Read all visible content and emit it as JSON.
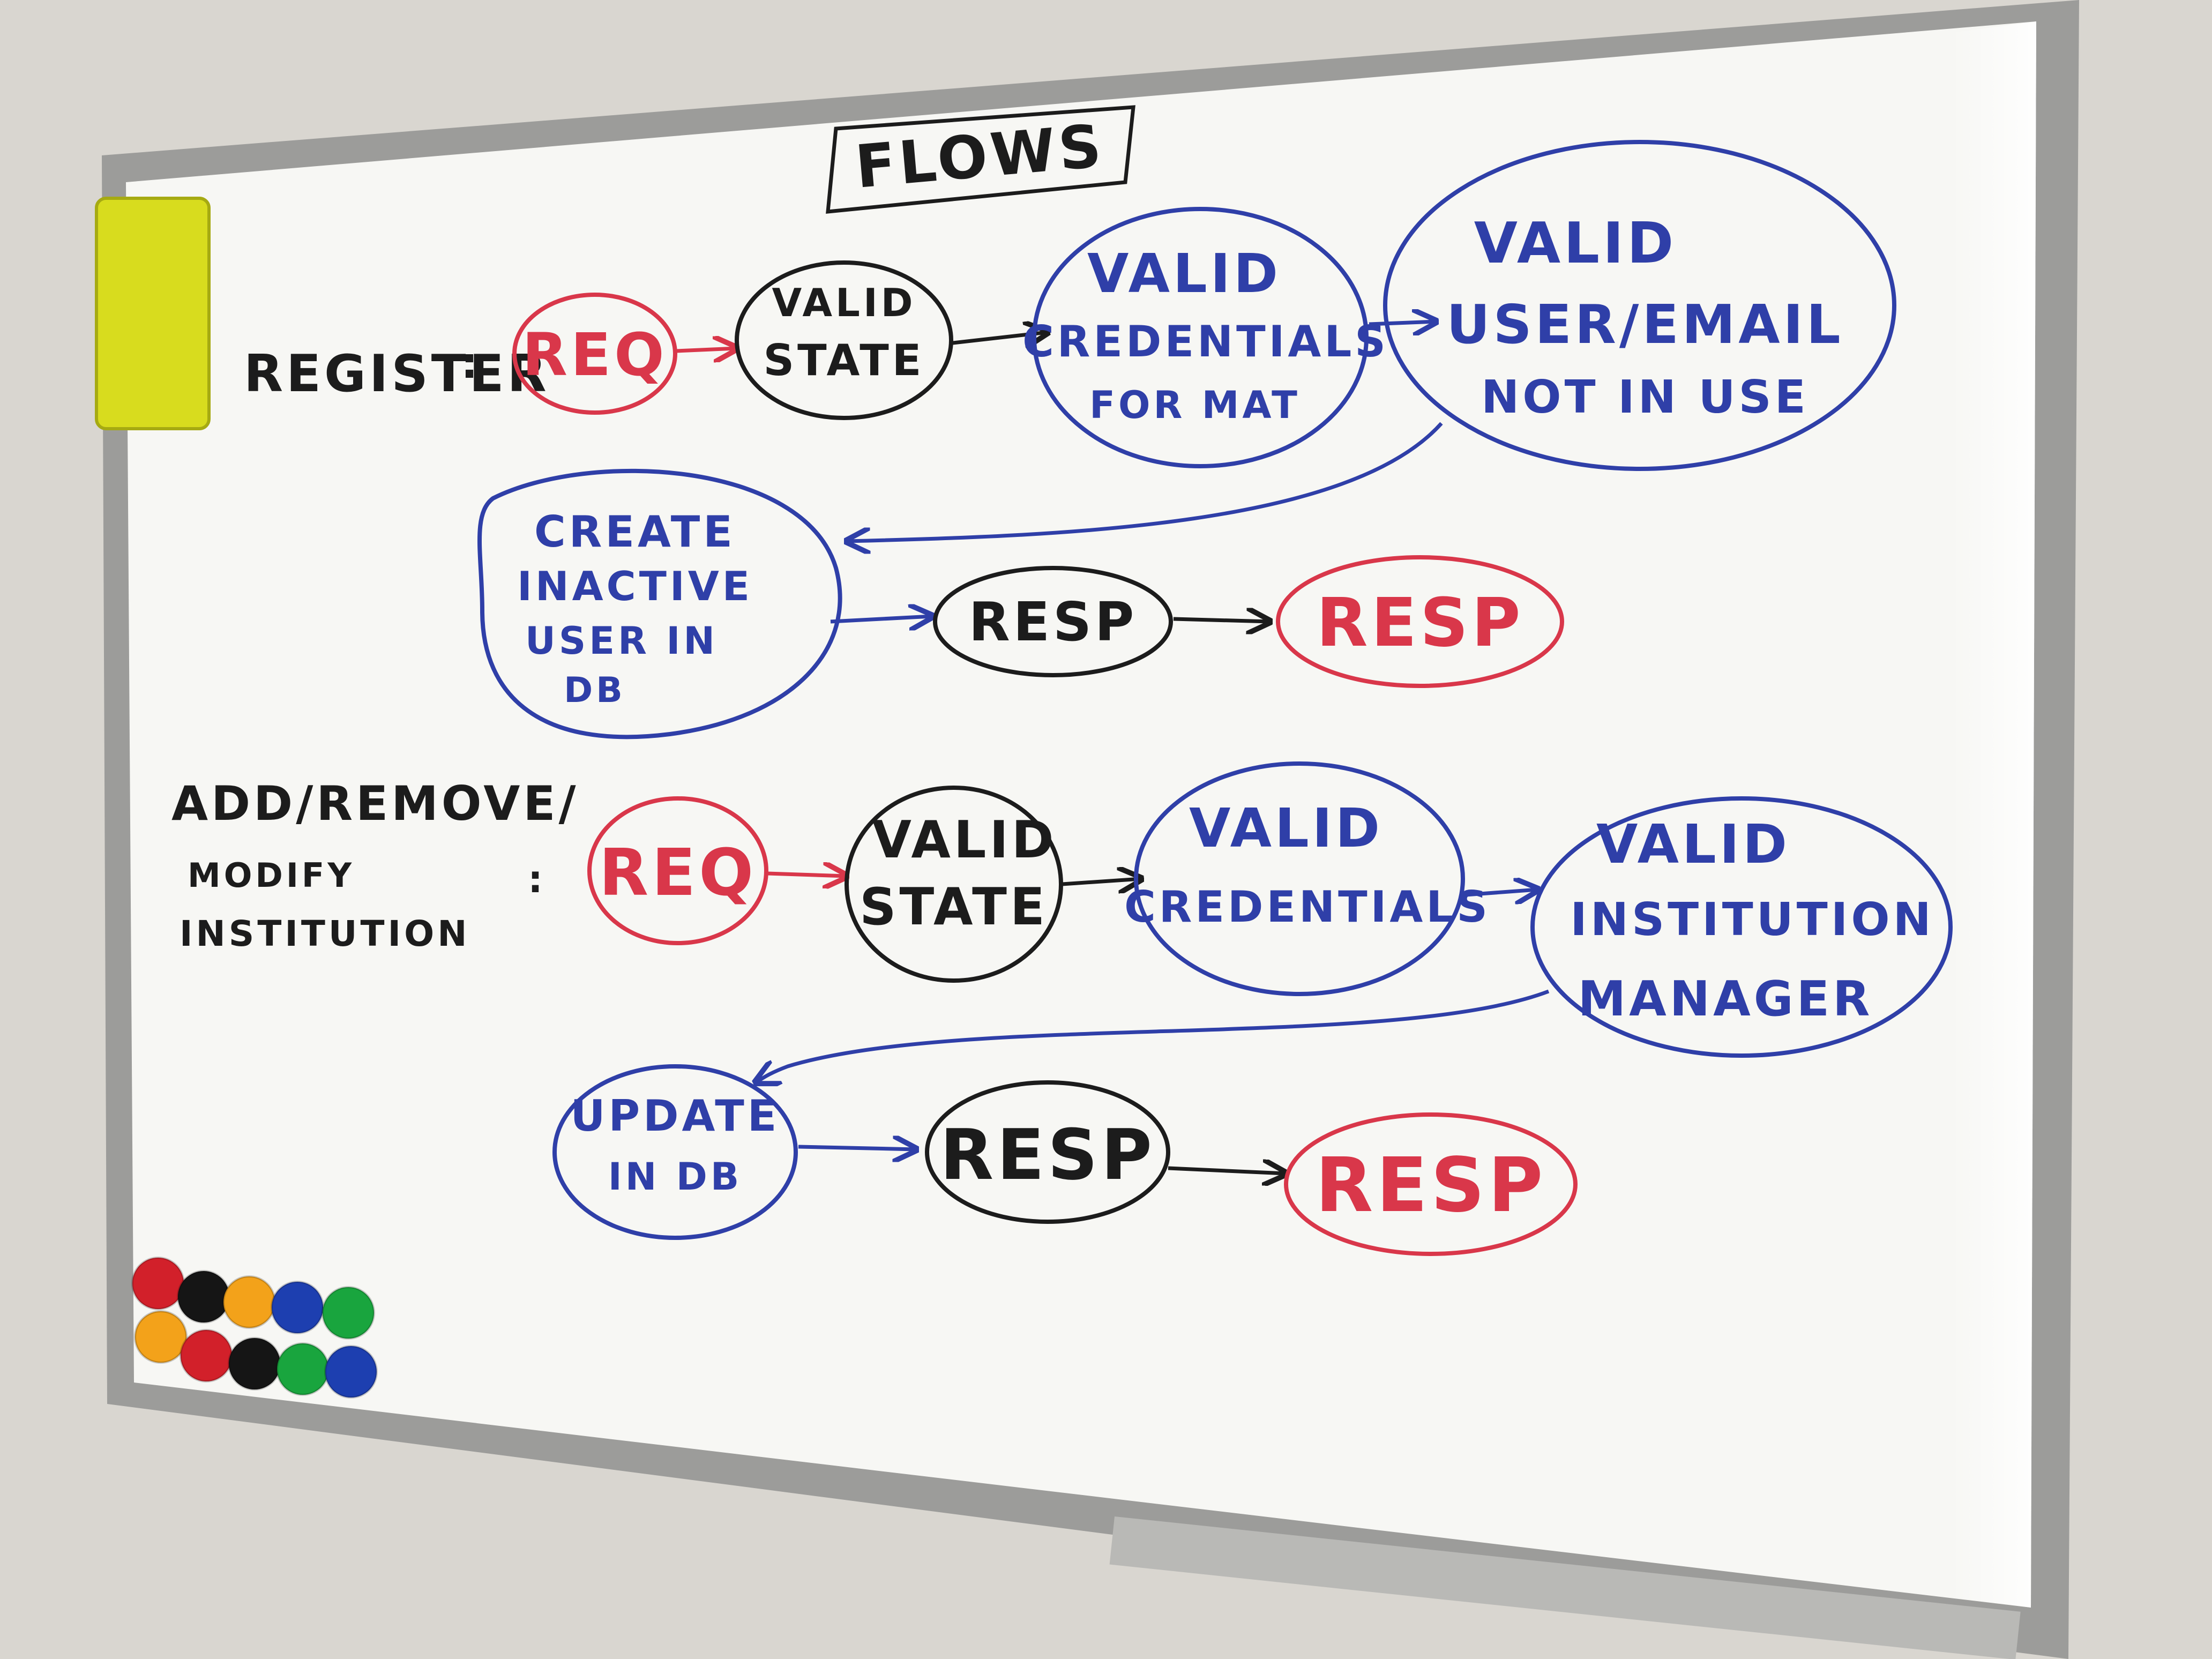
{
  "board": {
    "title": "FLOWS",
    "colors": {
      "wall": "#d9d6d0",
      "board": "#f7f7f4",
      "frame": "#9c9c9a",
      "red": "#d9374a",
      "black": "#1c1c1c",
      "blue": "#2f3fa8",
      "eraser": "#d8dc1e"
    }
  },
  "flows": {
    "register": {
      "label": "REGISTER",
      "colon": ":",
      "req": "REQ",
      "valid_state": [
        "VALID",
        "STATE"
      ],
      "valid_credentials_format": [
        "VALID",
        "CREDENTIALS",
        "FOR MAT"
      ],
      "valid_user_email": [
        "VALID",
        "USER/EMAIL",
        "NOT IN USE"
      ],
      "create_inactive_user": [
        "CREATE",
        "INACTIVE",
        "USER IN",
        "DB"
      ],
      "resp_black": "RESP",
      "resp_red": "RESP"
    },
    "institution": {
      "label": [
        "ADD/REMOVE/",
        "MODIFY",
        "INSTITUTION"
      ],
      "colon": ":",
      "req": "REQ",
      "valid_state": [
        "VALID",
        "STATE"
      ],
      "valid_credentials": [
        "VALID",
        "CREDENTIALS"
      ],
      "valid_institution_manager": [
        "VALID",
        "INSTITUTION",
        "MANAGER"
      ],
      "update_in_db": [
        "UPDATE",
        "IN DB"
      ],
      "resp_black": "RESP",
      "resp_red": "RESP"
    }
  },
  "magnets": [
    "red",
    "black",
    "orange",
    "blue",
    "green",
    "orange",
    "red",
    "black",
    "green",
    "blue"
  ]
}
